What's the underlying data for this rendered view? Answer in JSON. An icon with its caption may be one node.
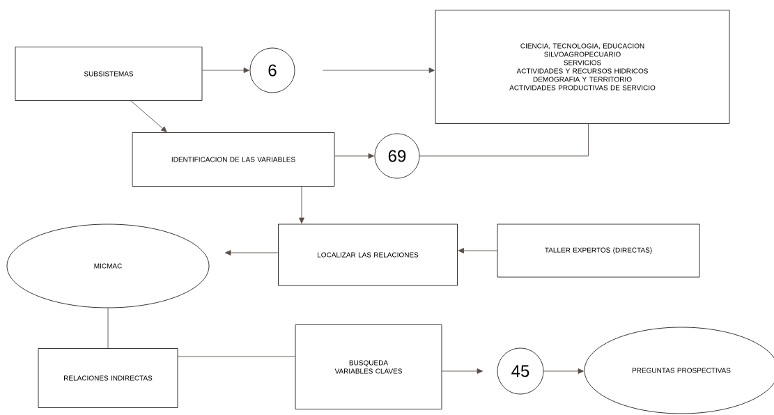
{
  "diagram": {
    "nodes": [
      {
        "text": [
          "SUBSISTEMAS"
        ]
      },
      {
        "text": [
          "6"
        ]
      },
      {
        "text": [
          "CIENCIA, TECNOLOGIA, EDUCACION",
          "SILVOAGROPECUARIO",
          "SERVICIOS",
          "ACTIVIDADES Y RECURSOS HIDRICOS",
          "DEMOGRAFIA Y TERRITORIO",
          "ACTIVIDADES PRODUCTIVAS DE SERVICIO"
        ]
      },
      {
        "text": [
          "IDENTIFICACION DE LAS VARIABLES"
        ]
      },
      {
        "text": [
          "69"
        ]
      },
      {
        "text": [
          "LOCALIZAR LAS RELACIONES"
        ]
      },
      {
        "text": [
          "TALLER EXPERTOS (DIRECTAS)"
        ]
      },
      {
        "text": [
          "MICMAC"
        ]
      },
      {
        "text": [
          "RELACIONES INDIRECTAS"
        ]
      },
      {
        "text": [
          "BUSQUEDA VARIABLES CLAVES"
        ]
      },
      {
        "text": [
          "45"
        ]
      },
      {
        "text": [
          "PREGUNTAS PROSPECTIVAS"
        ]
      }
    ],
    "edges": [
      {
        "from": 0,
        "to": 1,
        "arrow": "to"
      },
      {
        "from": 1,
        "to": 2,
        "arrow": "to"
      },
      {
        "from": 0,
        "to": 3,
        "arrow": "to"
      },
      {
        "from": 3,
        "to": 4,
        "arrow": "to"
      },
      {
        "from": 2,
        "to": 4,
        "arrow": "none"
      },
      {
        "from": 3,
        "to": 5,
        "arrow": "to"
      },
      {
        "from": 6,
        "to": 5,
        "arrow": "to"
      },
      {
        "from": 5,
        "to": 7,
        "arrow": "to"
      },
      {
        "from": 7,
        "to": 8,
        "arrow": "none"
      },
      {
        "from": 8,
        "to": 9,
        "arrow": "none"
      },
      {
        "from": 9,
        "to": 10,
        "arrow": "to"
      },
      {
        "from": 10,
        "to": 11,
        "arrow": "to"
      }
    ]
  }
}
